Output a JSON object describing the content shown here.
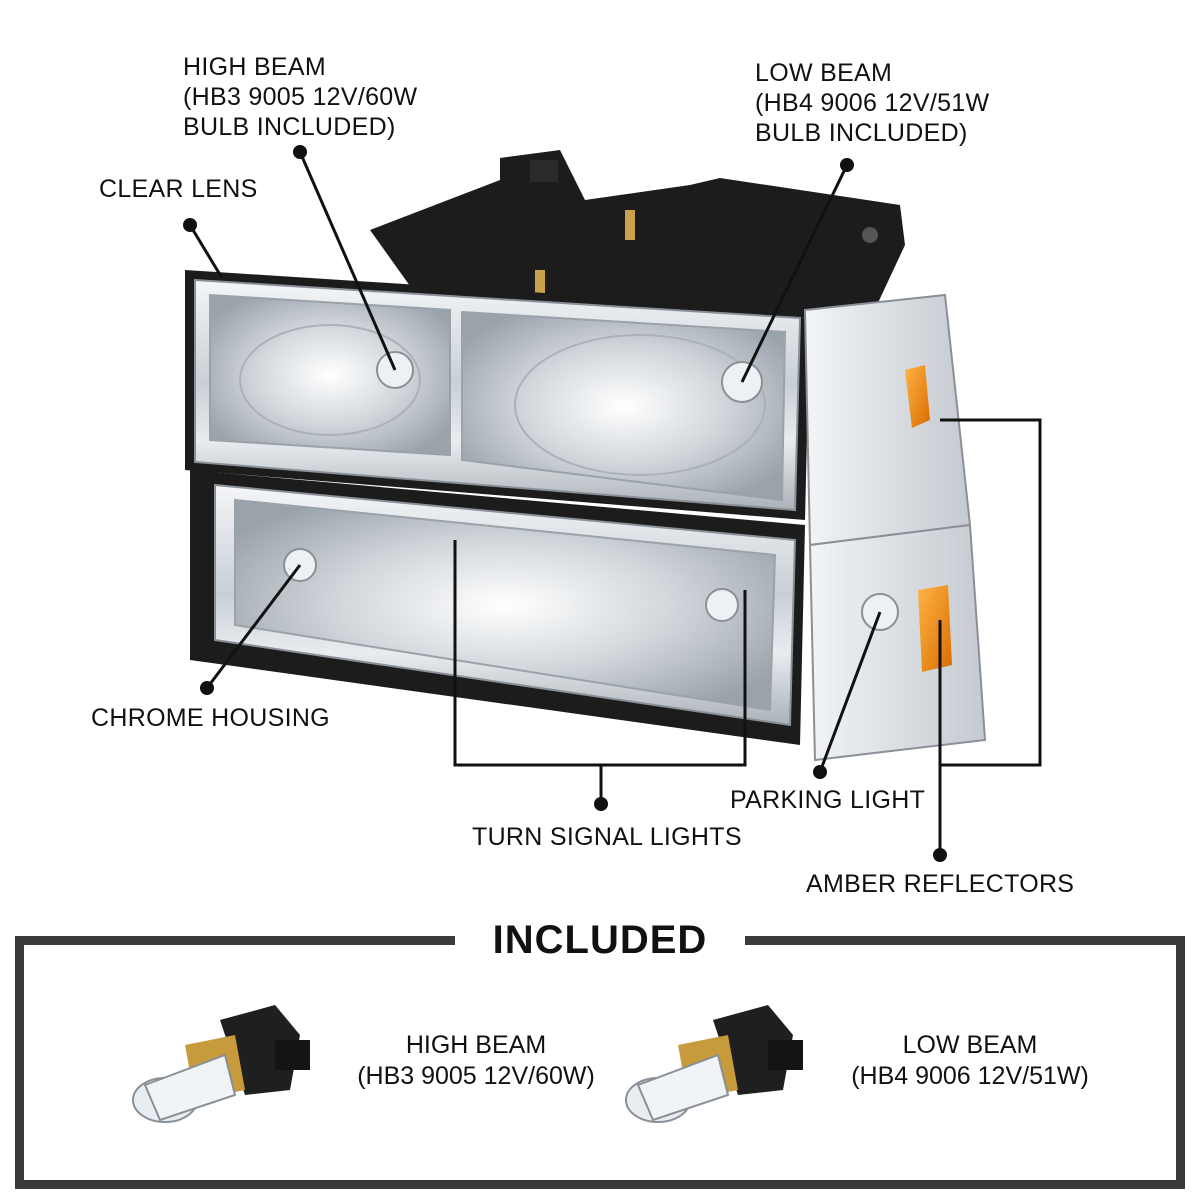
{
  "callouts": {
    "high_beam": [
      "HIGH BEAM",
      "(HB3 9005 12V/60W",
      "BULB INCLUDED)"
    ],
    "low_beam": [
      "LOW BEAM",
      "(HB4 9006 12V/51W",
      "BULB INCLUDED)"
    ],
    "clear_lens": "CLEAR LENS",
    "chrome_housing": "CHROME HOUSING",
    "turn_signal_lights": "TURN SIGNAL LIGHTS",
    "parking_light": "PARKING LIGHT",
    "amber_reflectors": "AMBER REFLECTORS"
  },
  "included": {
    "title": "INCLUDED",
    "bulbs": [
      {
        "line1": "HIGH BEAM",
        "line2": "(HB3 9005 12V/60W)"
      },
      {
        "line1": "LOW BEAM",
        "line2": "(HB4 9006 12V/51W)"
      }
    ]
  },
  "colors": {
    "amber": "#f08c1e",
    "frame": "#3a3a3a",
    "housing_black": "#1c1c1c",
    "chrome": "#d9dde1"
  }
}
